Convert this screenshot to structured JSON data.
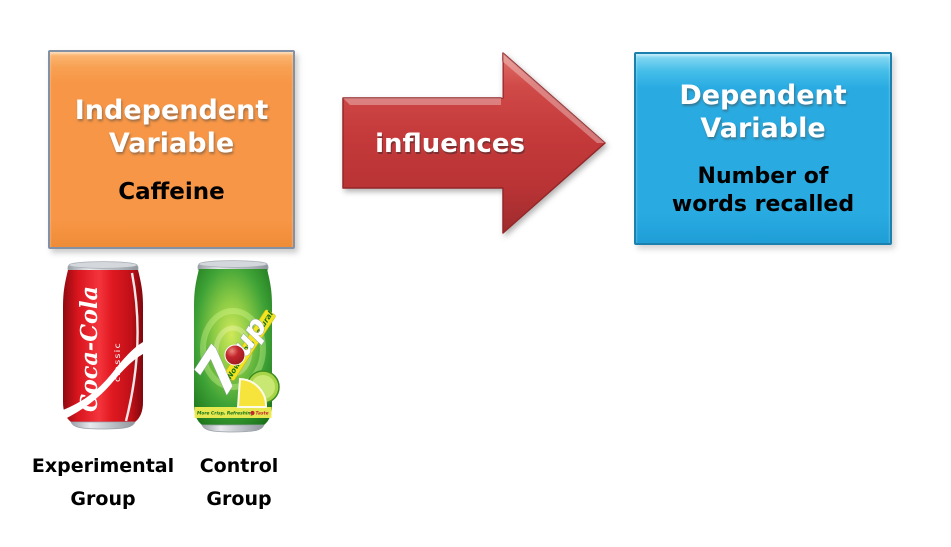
{
  "independent_box": {
    "title_line1": "Independent",
    "title_line2": "Variable",
    "subtitle": "Caffeine"
  },
  "arrow": {
    "label": "influences"
  },
  "dependent_box": {
    "title_line1": "Dependent",
    "title_line2": "Variable",
    "subtitle_line1": "Number of",
    "subtitle_line2": "words recalled"
  },
  "cans": {
    "coke": {
      "brand": "Coca-Cola",
      "variant": "classic"
    },
    "sevenup": {
      "logo_7": "7",
      "logo_up": "up",
      "banner": "Now 100% Natural",
      "strip_left": "More Crisp, Refreshing",
      "strip_right": "Taste"
    }
  },
  "groups": [
    {
      "label_line1": "Experimental",
      "label_line2": "Group"
    },
    {
      "label_line1": "Control",
      "label_line2": "Group"
    }
  ],
  "colors": {
    "independent_fill": "#F79646",
    "independent_border": "#8292A4",
    "dependent_fill": "#29ABE2",
    "dependent_border": "#1B80AE",
    "arrow_fill": "#C23B3B",
    "coke_red": "#D8141D",
    "sevenup_green": "#3FA337",
    "banner_yellow": "#F2E423",
    "title_text": "#FFFFFF",
    "body_text": "#000000"
  }
}
